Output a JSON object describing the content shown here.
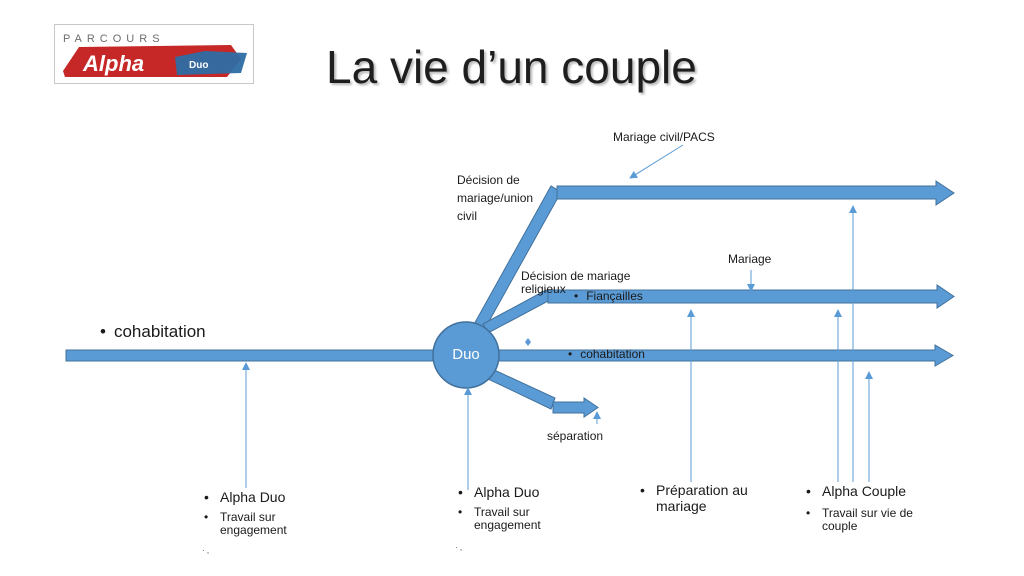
{
  "title": "La vie d’un couple",
  "logo": {
    "top_text": "PARCOURS",
    "main_text": "Alpha",
    "badge_text": "Duo"
  },
  "center_node": "Duo",
  "labels": {
    "civil_mariage": "Mariage civil/PACS",
    "decision_civil": "Décision de mariage/union civil",
    "mariage": "Mariage",
    "decision_religieux": "Décision de mariage religieux",
    "fiancailles": "Fiançailles",
    "cohabitation_main": "cohabitation",
    "cohabitation_branch": "cohabitation",
    "separation": "séparation"
  },
  "bottom_groups": [
    {
      "main": "Alpha Duo",
      "sub": "Travail sur engagement",
      "tick": "· ,"
    },
    {
      "main": "Alpha Duo",
      "sub": "Travail sur engagement",
      "tick": "· ,"
    },
    {
      "main": "Préparation au mariage"
    },
    {
      "main": "Alpha Couple",
      "sub": "Travail sur vie de couple"
    }
  ],
  "colors": {
    "arrow": "#5b9bd5",
    "arrow_stroke": "#41719c",
    "node": "#5b9bd5",
    "logo_red": "#c62828",
    "logo_blue": "#2e6da4"
  }
}
